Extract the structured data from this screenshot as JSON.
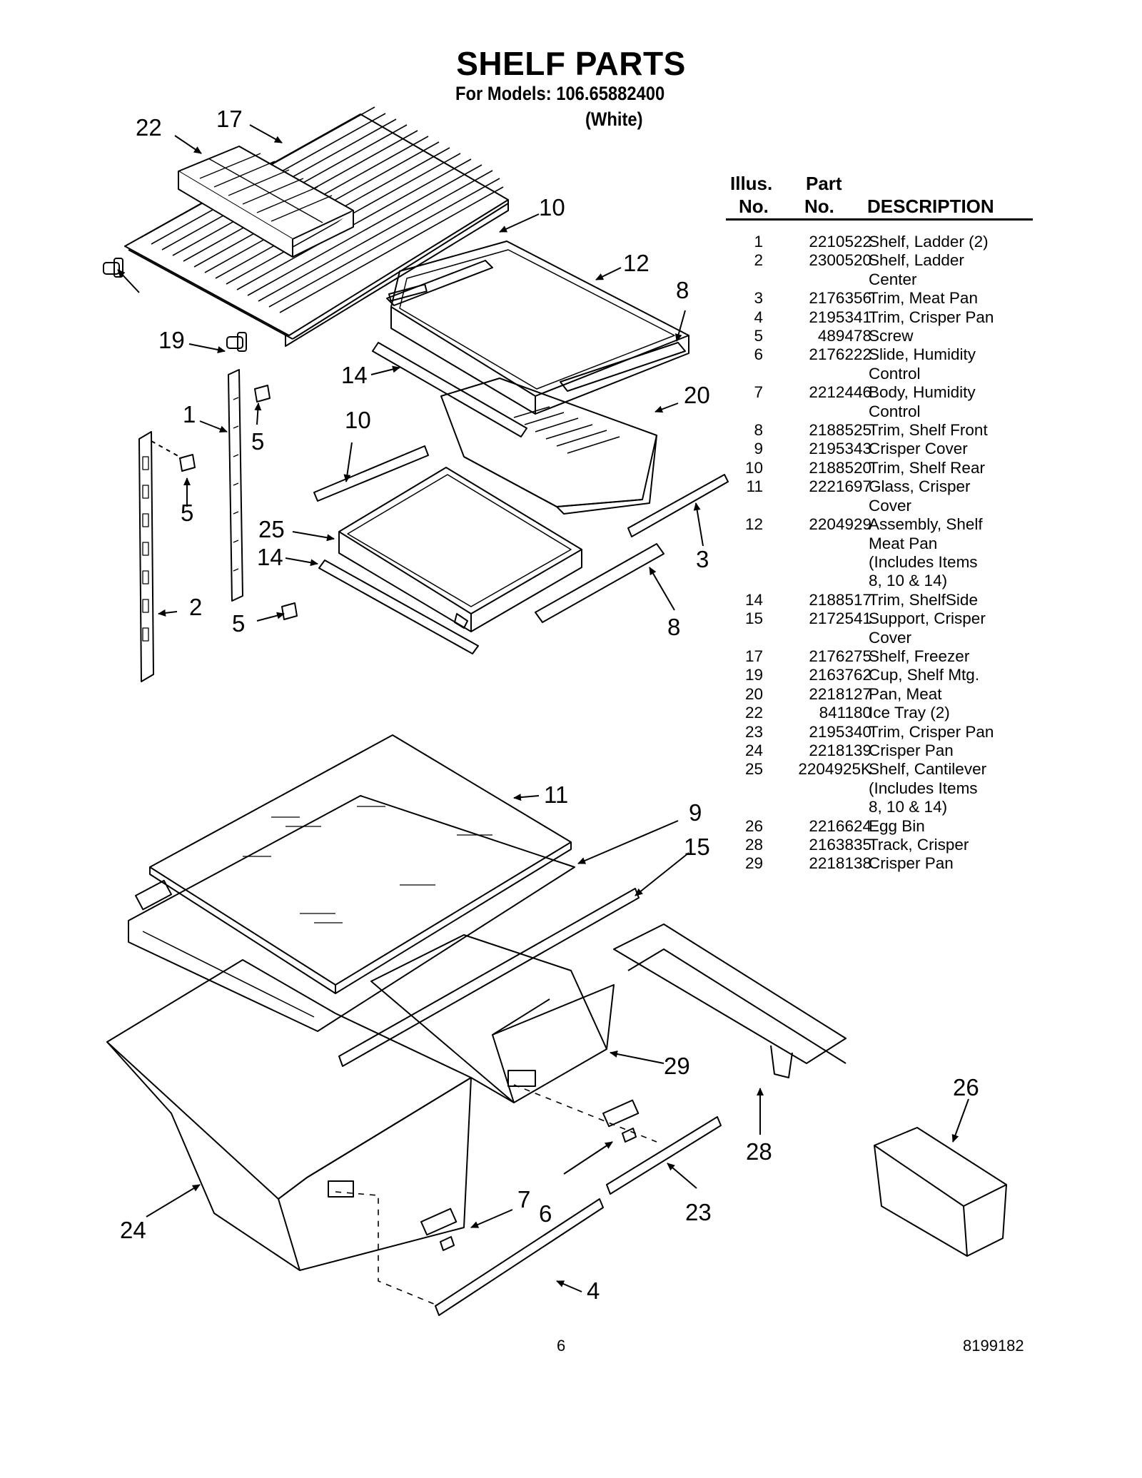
{
  "header": {
    "title": "SHELF PARTS",
    "models": "For Models: 106.65882400",
    "color": "(White)"
  },
  "table": {
    "col_illus_1": "Illus.",
    "col_illus_2": "No.",
    "col_part_1": "Part",
    "col_part_2": "No.",
    "col_desc": "DESCRIPTION",
    "rows": [
      {
        "illus": "1",
        "part": "2210522",
        "desc": [
          "Shelf, Ladder (2)"
        ]
      },
      {
        "illus": "2",
        "part": "2300520",
        "desc": [
          "Shelf, Ladder",
          "Center"
        ]
      },
      {
        "illus": "3",
        "part": "2176356",
        "desc": [
          "Trim, Meat Pan"
        ]
      },
      {
        "illus": "4",
        "part": "2195341",
        "desc": [
          "Trim, Crisper Pan"
        ]
      },
      {
        "illus": "5",
        "part": "489478",
        "desc": [
          "Screw"
        ]
      },
      {
        "illus": "6",
        "part": "2176222",
        "desc": [
          "Slide, Humidity",
          "Control"
        ]
      },
      {
        "illus": "7",
        "part": "2212446",
        "desc": [
          "Body, Humidity",
          "Control"
        ]
      },
      {
        "illus": "8",
        "part": "2188525",
        "desc": [
          "Trim, Shelf Front"
        ]
      },
      {
        "illus": "9",
        "part": "2195343",
        "desc": [
          "Crisper Cover"
        ]
      },
      {
        "illus": "10",
        "part": "2188520",
        "desc": [
          "Trim, Shelf Rear"
        ]
      },
      {
        "illus": "11",
        "part": "2221697",
        "desc": [
          "Glass, Crisper",
          "Cover"
        ]
      },
      {
        "illus": "12",
        "part": "2204929",
        "desc": [
          "Assembly, Shelf",
          "Meat Pan",
          "(Includes Items",
          "8, 10 & 14)"
        ]
      },
      {
        "illus": "14",
        "part": "2188517",
        "desc": [
          "Trim, ShelfSide"
        ]
      },
      {
        "illus": "15",
        "part": "2172541",
        "desc": [
          "Support, Crisper",
          "Cover"
        ]
      },
      {
        "illus": "17",
        "part": "2176275",
        "desc": [
          "Shelf, Freezer"
        ]
      },
      {
        "illus": "19",
        "part": "2163762",
        "desc": [
          "Cup, Shelf Mtg."
        ]
      },
      {
        "illus": "20",
        "part": "2218127",
        "desc": [
          "Pan, Meat"
        ]
      },
      {
        "illus": "22",
        "part": "841180",
        "desc": [
          "Ice Tray (2)"
        ]
      },
      {
        "illus": "23",
        "part": "2195340",
        "desc": [
          "Trim, Crisper Pan"
        ]
      },
      {
        "illus": "24",
        "part": "2218139",
        "desc": [
          "Crisper Pan"
        ]
      },
      {
        "illus": "25",
        "part": "2204925K",
        "desc": [
          "Shelf, Cantilever",
          "(Includes Items",
          "8, 10 & 14)"
        ]
      },
      {
        "illus": "26",
        "part": "2216624",
        "desc": [
          "Egg Bin"
        ]
      },
      {
        "illus": "28",
        "part": "2163835",
        "desc": [
          "Track, Crisper"
        ]
      },
      {
        "illus": "29",
        "part": "2218138",
        "desc": [
          "Crisper Pan"
        ]
      }
    ]
  },
  "diagram": {
    "callouts": {
      "c22": "22",
      "c17": "17",
      "c10a": "10",
      "c12": "12",
      "c8a": "8",
      "c19": "19",
      "c14a": "14",
      "c20": "20",
      "c1": "1",
      "c5a": "5",
      "c10b": "10",
      "c5b": "5",
      "c25": "25",
      "c14b": "14",
      "c3": "3",
      "c2": "2",
      "c5c": "5",
      "c8b": "8",
      "c11": "11",
      "c9": "9",
      "c15": "15",
      "c29": "29",
      "c26": "26",
      "c28": "28",
      "c7": "7",
      "c6": "6",
      "c23": "23",
      "c24": "24",
      "c4": "4"
    }
  },
  "footer": {
    "page_number": "6",
    "doc_number": "8199182"
  }
}
